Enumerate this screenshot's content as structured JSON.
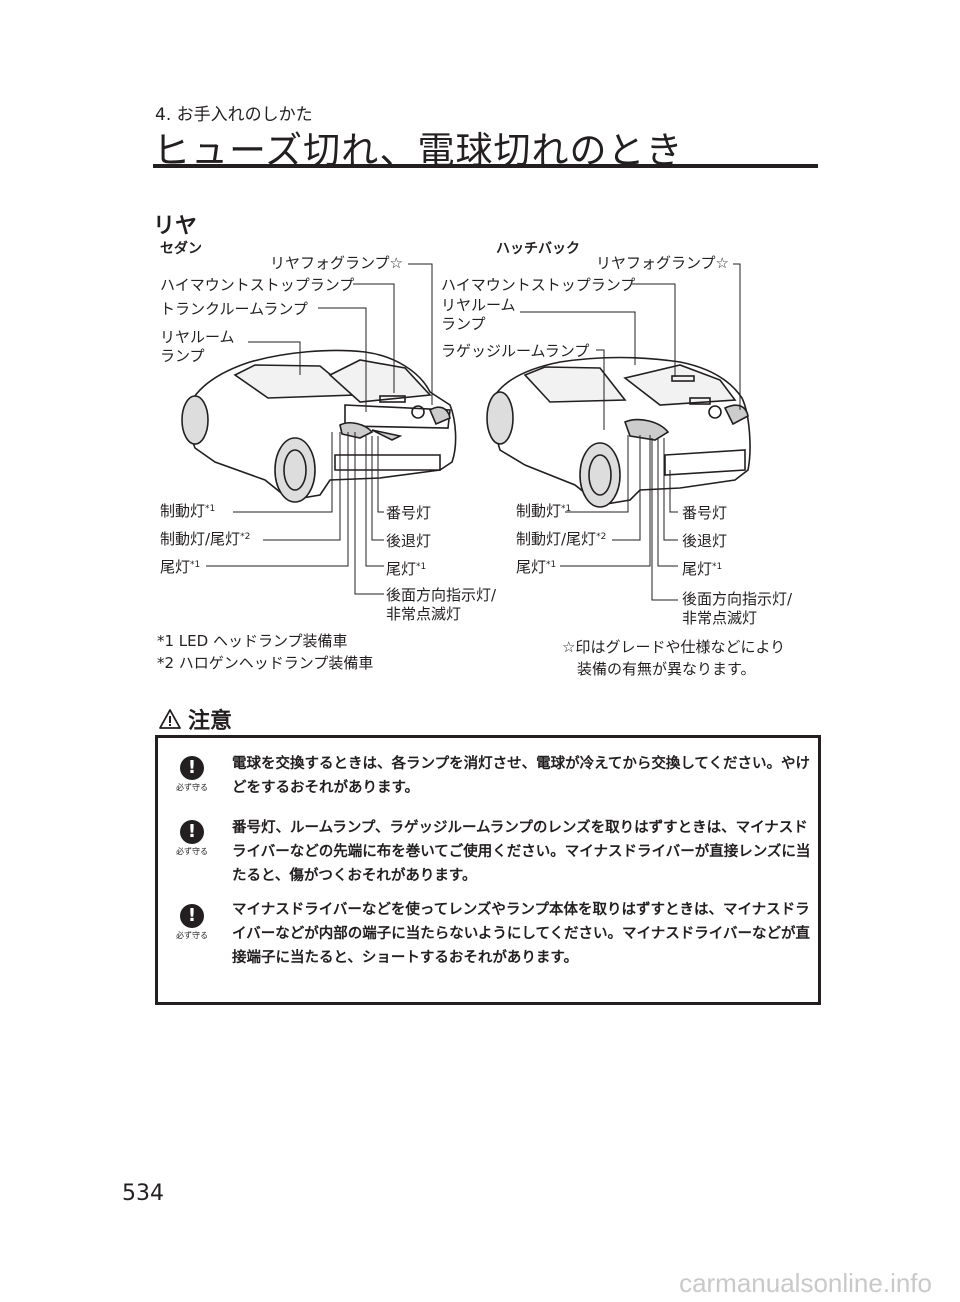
{
  "header": {
    "breadcrumb": "4. お手入れのしかた",
    "title": "ヒューズ切れ、電球切れのとき"
  },
  "section": {
    "heading": "リヤ"
  },
  "sedan": {
    "title": "セダン",
    "labels": {
      "fog": "リヤフォグランプ☆",
      "high_mount": "ハイマウントストップランプ",
      "trunk_room": "トランクルームランプ",
      "rear_room": "リヤルーム\nランプ",
      "brake": "制動灯",
      "brake_tail": "制動灯/尾灯",
      "tail": "尾灯",
      "license": "番号灯",
      "reverse": "後退灯",
      "tail_right": "尾灯",
      "turn_hazard": "後面方向指示灯/\n非常点滅灯"
    }
  },
  "hatchback": {
    "title": "ハッチバック",
    "labels": {
      "fog": "リヤフォグランプ☆",
      "high_mount": "ハイマウントストップランプ",
      "rear_room": "リヤルーム\nランプ",
      "luggage_room": "ラゲッジルームランプ",
      "brake": "制動灯",
      "brake_tail": "制動灯/尾灯",
      "tail": "尾灯",
      "license": "番号灯",
      "reverse": "後退灯",
      "tail_right": "尾灯",
      "turn_hazard": "後面方向指示灯/\n非常点滅灯"
    }
  },
  "marks": {
    "m1": "*1",
    "m2": "*2"
  },
  "footnotes": {
    "n1": "*1 LED ヘッドランプ装備車\n*2 ハロゲンヘッドランプ装備車",
    "star": "☆印はグレードや仕様などにより\n　装備の有無が異なります。"
  },
  "caution": {
    "heading": "注意",
    "icon_caption": "必ず守る",
    "items": [
      "電球を交換するときは、各ランプを消灯させ、電球が冷えてから交換してください。やけどをするおそれがあります。",
      "番号灯、ルームランプ、ラゲッジルームランプのレンズを取りはずすときは、マイナスドライバーなどの先端に布を巻いてご使用ください。マイナスドライバーが直接レンズに当たると、傷がつくおそれがあります。",
      "マイナスドライバーなどを使ってレンズやランプ本体を取りはずすときは、マイナスドライバーなどが内部の端子に当たらないようにしてください。マイナスドライバーなどが直接端子に当たると、ショートするおそれがあります。"
    ]
  },
  "page_number": "534",
  "watermark": "carmanualsonline.info"
}
